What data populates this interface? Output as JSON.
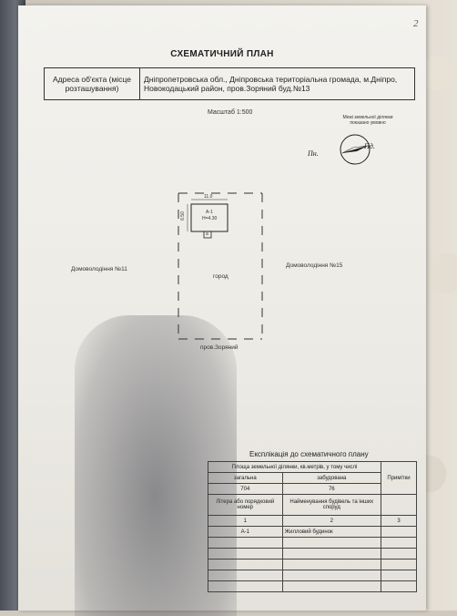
{
  "page_number": "2",
  "title": "СХЕМАТИЧНИЙ ПЛАН",
  "address": {
    "label": "Адреса об'єкта (місце розташування)",
    "value": "Дніпропетровська обл., Дніпровська територіальна громада, м.Дніпро, Новокодацький район, пров.Зоряний буд.№13"
  },
  "scale": "Масштаб 1:500",
  "compass": {
    "note": "Межі земельної ділянки показано умовно",
    "north": "Пн.",
    "south": "Пд."
  },
  "plan": {
    "dim_width": "11.0",
    "dim_height": "6.50",
    "building_letter": "А-1",
    "building_height": "H=4.30",
    "porch": "а",
    "left_neighbor": "Домоволодіння №11",
    "right_neighbor": "Домоволодіння №15",
    "garden": "город",
    "street": "пров.Зоряний"
  },
  "explication": {
    "title": "Експлікація до схематичного плану",
    "area_header": "Площа земельної ділянки, кв.метрів, у тому числі",
    "total_label": "загальна",
    "built_label": "забудована",
    "total_value": "704",
    "built_value": "76",
    "notes_header": "Примітки",
    "letter_header": "Літера або порядковий номер",
    "name_header": "Найменування будівель та інших споруд",
    "col1": "1",
    "col2": "2",
    "col3": "3",
    "rows": [
      {
        "letter": "А-1",
        "name": "Жилловий будинок"
      }
    ]
  }
}
